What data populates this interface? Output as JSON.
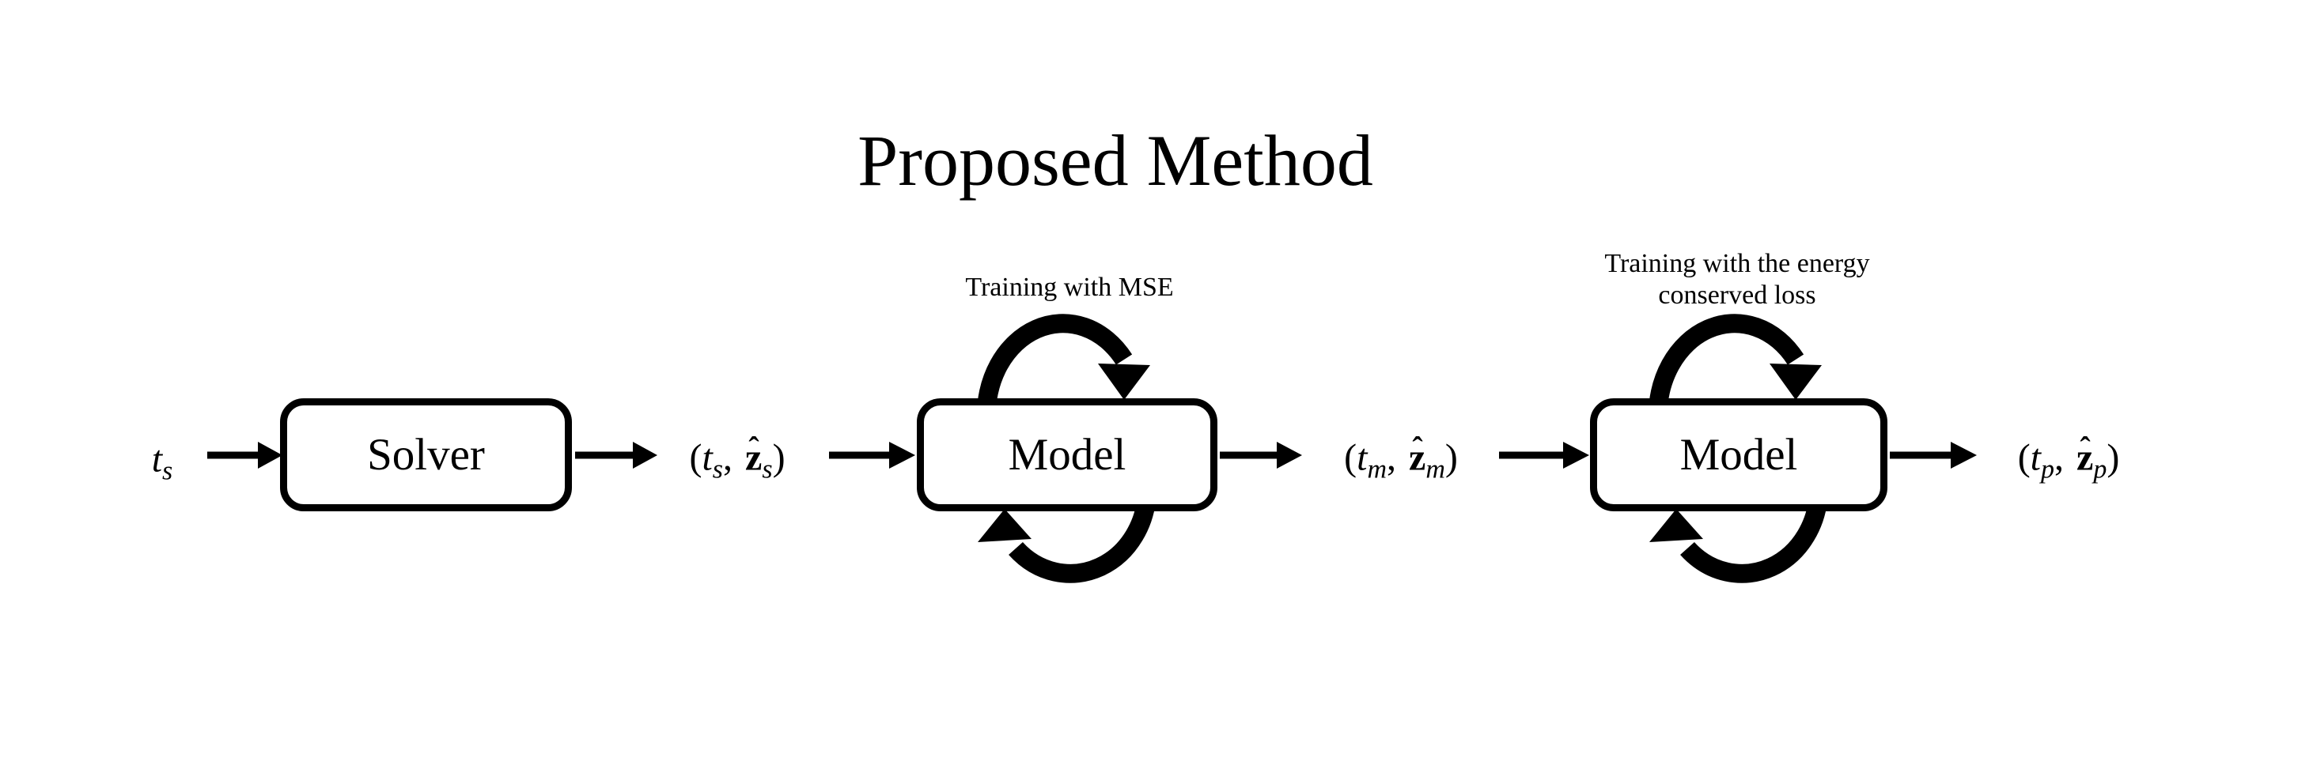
{
  "title": "Proposed Method",
  "colors": {
    "ink": "#000000",
    "background": "#ffffff"
  },
  "nodes": {
    "solver": {
      "label": "Solver"
    },
    "model_mse": {
      "label": "Model"
    },
    "model_energy": {
      "label": "Model"
    }
  },
  "annotations": {
    "mse": "Training with MSE",
    "energy_line1": "Training with the energy",
    "energy_line2": "conserved loss"
  },
  "math_labels": {
    "t_s": {
      "base": "t",
      "sub": "s"
    },
    "pair_s": {
      "open": "(",
      "t": "t",
      "t_sub": "s",
      "comma": ",",
      "z_hat": "ˆ",
      "z": "z",
      "z_sub": "s",
      "close": ")"
    },
    "pair_m": {
      "open": "(",
      "t": "t",
      "t_sub": "m",
      "comma": ",",
      "z_hat": "ˆ",
      "z": "z",
      "z_sub": "m",
      "close": ")"
    },
    "pair_p": {
      "open": "(",
      "t": "t",
      "t_sub": "p",
      "comma": ",",
      "z_hat": "ˆ",
      "z": "z",
      "z_sub": "p",
      "close": ")"
    }
  },
  "edges": [
    {
      "from": "t_s",
      "to": "Solver"
    },
    {
      "from": "Solver",
      "to": "(t_s, zhat_s)"
    },
    {
      "from": "(t_s, zhat_s)",
      "to": "Model (MSE training)"
    },
    {
      "from": "Model (MSE training)",
      "to": "(t_m, zhat_m)"
    },
    {
      "from": "(t_m, zhat_m)",
      "to": "Model (energy conserved training)"
    },
    {
      "from": "Model (energy conserved training)",
      "to": "(t_p, zhat_p)"
    }
  ],
  "self_loops": [
    {
      "node": "Model (MSE training)",
      "position": "top"
    },
    {
      "node": "Model (MSE training)",
      "position": "bottom"
    },
    {
      "node": "Model (energy conserved training)",
      "position": "top"
    },
    {
      "node": "Model (energy conserved training)",
      "position": "bottom"
    }
  ]
}
